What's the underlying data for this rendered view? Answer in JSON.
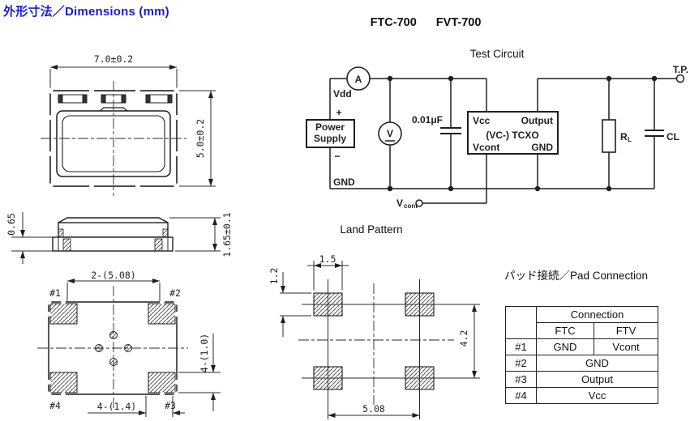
{
  "colors": {
    "title_blue": "#1c1ccd",
    "ink": "#1f1f1f",
    "background": "#ffffff"
  },
  "header": {
    "page_title": "外形寸法／Dimensions (mm)",
    "models": [
      "FTC-700",
      "FVT-700"
    ]
  },
  "top_view": {
    "width_dim": "7.0±0.2",
    "height_dim": "5.0±0.2"
  },
  "side_view": {
    "upper_dim": "0.65",
    "height_dim": "1.65±0.1"
  },
  "bottom_view": {
    "pitch_dim": "2-(5.08)",
    "pad_width_dim": "4-(1.4)",
    "pad_height_dim": "4-(1.0)",
    "pad_labels": {
      "p1": "#1",
      "p2": "#2",
      "p3": "#3",
      "p4": "#4"
    }
  },
  "test_circuit": {
    "title": "Test  Circuit",
    "ammeter": "A",
    "voltmeter": "V",
    "vdd": "Vdd",
    "gnd_rail": "GND",
    "plus": "+",
    "minus": "−",
    "power_supply_lines": [
      "Power",
      "Supply"
    ],
    "bypass_cap": "0.01μF",
    "tcxo": {
      "vcc": "Vcc",
      "output": "Output",
      "name": "(VC-) TCXO",
      "vcont": "Vcont",
      "gnd": "GND"
    },
    "vcont_terminal": {
      "base": "V",
      "sub": "cont"
    },
    "load_resistor": {
      "base": "R",
      "sub": "L"
    },
    "load_cap": "CL",
    "test_point": "T.P."
  },
  "land_pattern": {
    "title": "Land Pattern",
    "pad_width_dim": "1.5",
    "pad_height_dim": "1.2",
    "row_pitch_dim": "4.2",
    "col_pitch_dim": "5.08"
  },
  "pad_connection": {
    "title": "パッド接続／Pad Connection",
    "header": "Connection",
    "col_ftc": "FTC",
    "col_ftv": "FTV",
    "rows": [
      {
        "pad": "#1",
        "ftc": "GND",
        "ftv": "Vcont"
      },
      {
        "pad": "#2",
        "value": "GND"
      },
      {
        "pad": "#3",
        "value": "Output"
      },
      {
        "pad": "#4",
        "value": "Vcc"
      }
    ]
  }
}
